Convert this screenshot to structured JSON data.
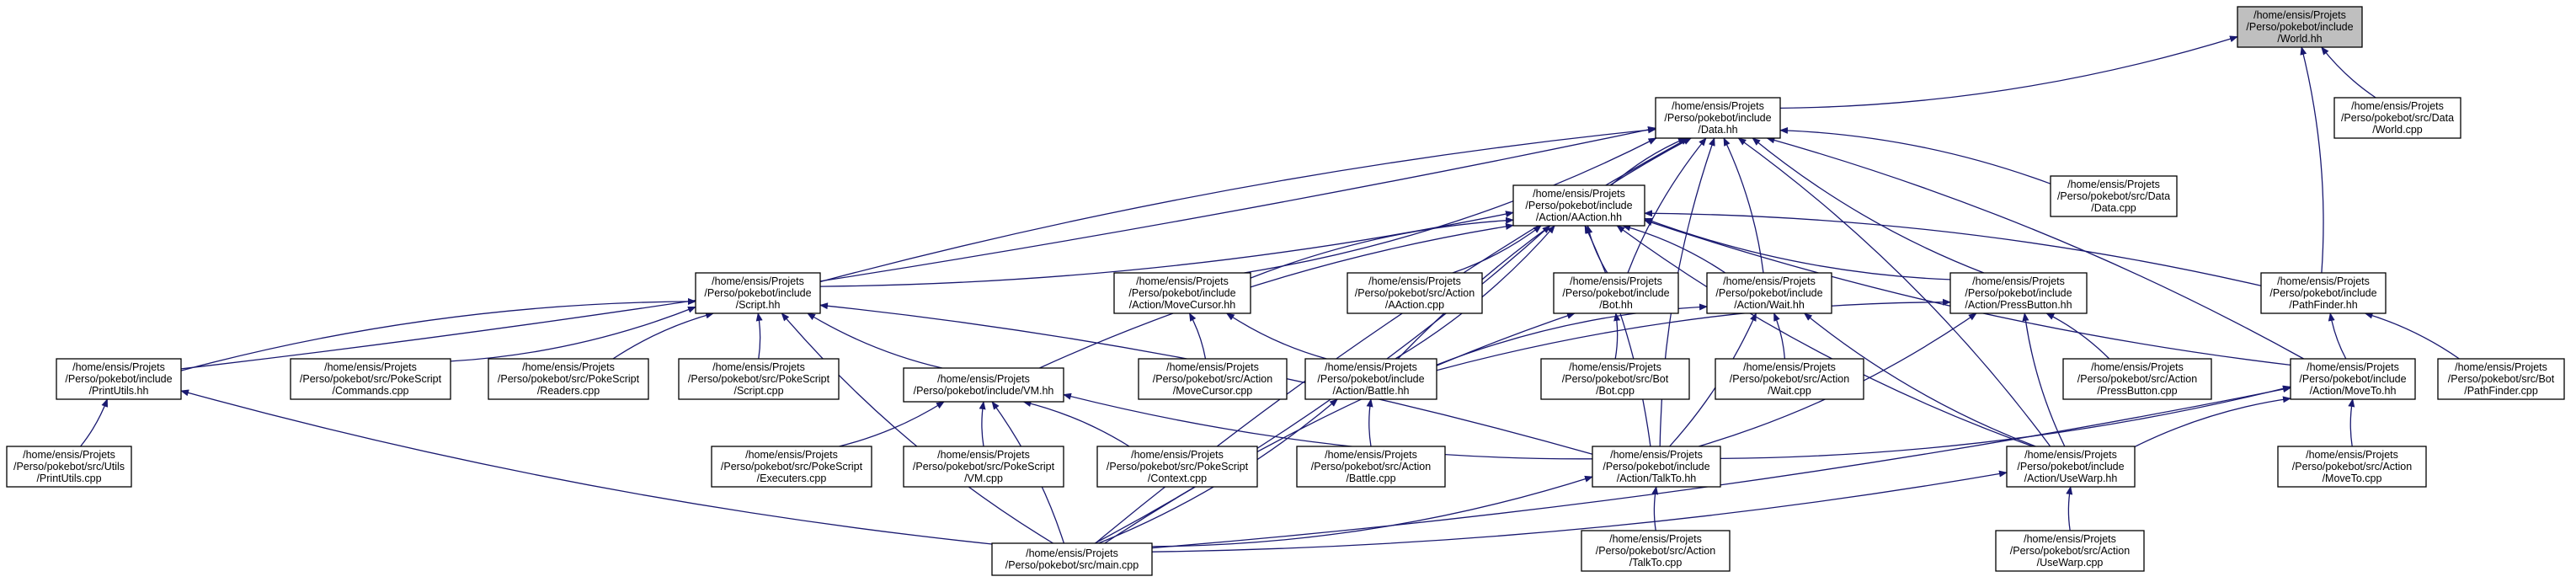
{
  "graph": {
    "edge_color": "#191970",
    "root_fill": "#bfbfbf",
    "node_fill": "#ffffff",
    "nodes": [
      {
        "id": "world_hh",
        "lines": [
          "/home/ensis/Projets",
          "/Perso/pokebot/include",
          "/World.hh"
        ],
        "root": true
      },
      {
        "id": "data_hh",
        "lines": [
          "/home/ensis/Projets",
          "/Perso/pokebot/include",
          "/Data.hh"
        ]
      },
      {
        "id": "world_cpp",
        "lines": [
          "/home/ensis/Projets",
          "/Perso/pokebot/src/Data",
          "/World.cpp"
        ]
      },
      {
        "id": "pathfinder_hh",
        "lines": [
          "/home/ensis/Projets",
          "/Perso/pokebot/include",
          "/PathFinder.hh"
        ]
      },
      {
        "id": "aaction_hh",
        "lines": [
          "/home/ensis/Projets",
          "/Perso/pokebot/include",
          "/Action/AAction.hh"
        ]
      },
      {
        "id": "data_cpp",
        "lines": [
          "/home/ensis/Projets",
          "/Perso/pokebot/src/Data",
          "/Data.cpp"
        ]
      },
      {
        "id": "script_hh",
        "lines": [
          "/home/ensis/Projets",
          "/Perso/pokebot/include",
          "/Script.hh"
        ]
      },
      {
        "id": "movecursor_hh",
        "lines": [
          "/home/ensis/Projets",
          "/Perso/pokebot/include",
          "/Action/MoveCursor.hh"
        ]
      },
      {
        "id": "aaction_cpp",
        "lines": [
          "/home/ensis/Projets",
          "/Perso/pokebot/src/Action",
          "/AAction.cpp"
        ]
      },
      {
        "id": "bot_hh",
        "lines": [
          "/home/ensis/Projets",
          "/Perso/pokebot/include",
          "/Bot.hh"
        ]
      },
      {
        "id": "wait_hh",
        "lines": [
          "/home/ensis/Projets",
          "/Perso/pokebot/include",
          "/Action/Wait.hh"
        ]
      },
      {
        "id": "pressbutton_hh",
        "lines": [
          "/home/ensis/Projets",
          "/Perso/pokebot/include",
          "/Action/PressButton.hh"
        ]
      },
      {
        "id": "printutils_hh",
        "lines": [
          "/home/ensis/Projets",
          "/Perso/pokebot/include",
          "/PrintUtils.hh"
        ]
      },
      {
        "id": "commands_cpp",
        "lines": [
          "/home/ensis/Projets",
          "/Perso/pokebot/src/PokeScript",
          "/Commands.cpp"
        ]
      },
      {
        "id": "readers_cpp",
        "lines": [
          "/home/ensis/Projets",
          "/Perso/pokebot/src/PokeScript",
          "/Readers.cpp"
        ]
      },
      {
        "id": "script_cpp",
        "lines": [
          "/home/ensis/Projets",
          "/Perso/pokebot/src/PokeScript",
          "/Script.cpp"
        ]
      },
      {
        "id": "vm_hh",
        "lines": [
          "/home/ensis/Projets",
          "/Perso/pokebot/include/VM.hh"
        ]
      },
      {
        "id": "movecursor_cpp",
        "lines": [
          "/home/ensis/Projets",
          "/Perso/pokebot/src/Action",
          "/MoveCursor.cpp"
        ]
      },
      {
        "id": "battle_hh",
        "lines": [
          "/home/ensis/Projets",
          "/Perso/pokebot/include",
          "/Action/Battle.hh"
        ]
      },
      {
        "id": "bot_cpp",
        "lines": [
          "/home/ensis/Projets",
          "/Perso/pokebot/src/Bot",
          "/Bot.cpp"
        ]
      },
      {
        "id": "wait_cpp",
        "lines": [
          "/home/ensis/Projets",
          "/Perso/pokebot/src/Action",
          "/Wait.cpp"
        ]
      },
      {
        "id": "pressbutton_cpp",
        "lines": [
          "/home/ensis/Projets",
          "/Perso/pokebot/src/Action",
          "/PressButton.cpp"
        ]
      },
      {
        "id": "moveto_hh",
        "lines": [
          "/home/ensis/Projets",
          "/Perso/pokebot/include",
          "/Action/MoveTo.hh"
        ]
      },
      {
        "id": "pathfinder_cpp",
        "lines": [
          "/home/ensis/Projets",
          "/Perso/pokebot/src/Bot",
          "/PathFinder.cpp"
        ]
      },
      {
        "id": "printutils_cpp",
        "lines": [
          "/home/ensis/Projets",
          "/Perso/pokebot/src/Utils",
          "/PrintUtils.cpp"
        ]
      },
      {
        "id": "executers_cpp",
        "lines": [
          "/home/ensis/Projets",
          "/Perso/pokebot/src/PokeScript",
          "/Executers.cpp"
        ]
      },
      {
        "id": "vm_cpp",
        "lines": [
          "/home/ensis/Projets",
          "/Perso/pokebot/src/PokeScript",
          "/VM.cpp"
        ]
      },
      {
        "id": "context_cpp",
        "lines": [
          "/home/ensis/Projets",
          "/Perso/pokebot/src/PokeScript",
          "/Context.cpp"
        ]
      },
      {
        "id": "battle_cpp",
        "lines": [
          "/home/ensis/Projets",
          "/Perso/pokebot/src/Action",
          "/Battle.cpp"
        ]
      },
      {
        "id": "talkto_hh",
        "lines": [
          "/home/ensis/Projets",
          "/Perso/pokebot/include",
          "/Action/TalkTo.hh"
        ]
      },
      {
        "id": "usewarp_hh",
        "lines": [
          "/home/ensis/Projets",
          "/Perso/pokebot/include",
          "/Action/UseWarp.hh"
        ]
      },
      {
        "id": "moveto_cpp",
        "lines": [
          "/home/ensis/Projets",
          "/Perso/pokebot/src/Action",
          "/MoveTo.cpp"
        ]
      },
      {
        "id": "main_cpp",
        "lines": [
          "/home/ensis/Projets",
          "/Perso/pokebot/src/main.cpp"
        ]
      },
      {
        "id": "talkto_cpp",
        "lines": [
          "/home/ensis/Projets",
          "/Perso/pokebot/src/Action",
          "/TalkTo.cpp"
        ]
      },
      {
        "id": "usewarp_cpp",
        "lines": [
          "/home/ensis/Projets",
          "/Perso/pokebot/src/Action",
          "/UseWarp.cpp"
        ]
      }
    ],
    "edges": [
      {
        "from": "world_hh",
        "to": "data_hh"
      },
      {
        "from": "world_hh",
        "to": "world_cpp"
      },
      {
        "from": "world_hh",
        "to": "pathfinder_hh"
      },
      {
        "from": "data_hh",
        "to": "aaction_hh"
      },
      {
        "from": "data_hh",
        "to": "data_cpp"
      },
      {
        "from": "data_hh",
        "to": "script_hh"
      },
      {
        "from": "data_hh",
        "to": "movecursor_hh"
      },
      {
        "from": "data_hh",
        "to": "bot_hh"
      },
      {
        "from": "data_hh",
        "to": "wait_hh"
      },
      {
        "from": "data_hh",
        "to": "pressbutton_hh"
      },
      {
        "from": "data_hh",
        "to": "printutils_hh"
      },
      {
        "from": "data_hh",
        "to": "battle_hh"
      },
      {
        "from": "data_hh",
        "to": "moveto_hh"
      },
      {
        "from": "data_hh",
        "to": "talkto_hh"
      },
      {
        "from": "data_hh",
        "to": "usewarp_hh"
      },
      {
        "from": "data_hh",
        "to": "main_cpp"
      },
      {
        "from": "aaction_hh",
        "to": "script_hh"
      },
      {
        "from": "aaction_hh",
        "to": "movecursor_hh"
      },
      {
        "from": "aaction_hh",
        "to": "aaction_cpp"
      },
      {
        "from": "aaction_hh",
        "to": "bot_hh"
      },
      {
        "from": "aaction_hh",
        "to": "wait_hh"
      },
      {
        "from": "aaction_hh",
        "to": "pressbutton_hh"
      },
      {
        "from": "aaction_hh",
        "to": "pathfinder_hh"
      },
      {
        "from": "aaction_hh",
        "to": "vm_hh"
      },
      {
        "from": "aaction_hh",
        "to": "battle_hh"
      },
      {
        "from": "aaction_hh",
        "to": "moveto_hh"
      },
      {
        "from": "aaction_hh",
        "to": "talkto_hh"
      },
      {
        "from": "aaction_hh",
        "to": "usewarp_hh"
      },
      {
        "from": "aaction_hh",
        "to": "main_cpp"
      },
      {
        "from": "script_hh",
        "to": "printutils_hh"
      },
      {
        "from": "script_hh",
        "to": "commands_cpp"
      },
      {
        "from": "script_hh",
        "to": "readers_cpp"
      },
      {
        "from": "script_hh",
        "to": "script_cpp"
      },
      {
        "from": "script_hh",
        "to": "vm_hh"
      },
      {
        "from": "script_hh",
        "to": "talkto_hh"
      },
      {
        "from": "script_hh",
        "to": "main_cpp"
      },
      {
        "from": "movecursor_hh",
        "to": "movecursor_cpp"
      },
      {
        "from": "movecursor_hh",
        "to": "battle_hh"
      },
      {
        "from": "bot_hh",
        "to": "bot_cpp"
      },
      {
        "from": "bot_hh",
        "to": "main_cpp"
      },
      {
        "from": "wait_hh",
        "to": "wait_cpp"
      },
      {
        "from": "wait_hh",
        "to": "battle_hh"
      },
      {
        "from": "wait_hh",
        "to": "talkto_hh"
      },
      {
        "from": "wait_hh",
        "to": "usewarp_hh"
      },
      {
        "from": "pressbutton_hh",
        "to": "pressbutton_cpp"
      },
      {
        "from": "pressbutton_hh",
        "to": "battle_hh"
      },
      {
        "from": "pressbutton_hh",
        "to": "talkto_hh"
      },
      {
        "from": "pressbutton_hh",
        "to": "usewarp_hh"
      },
      {
        "from": "pathfinder_hh",
        "to": "pathfinder_cpp"
      },
      {
        "from": "pathfinder_hh",
        "to": "moveto_hh"
      },
      {
        "from": "printutils_hh",
        "to": "printutils_cpp"
      },
      {
        "from": "printutils_hh",
        "to": "main_cpp"
      },
      {
        "from": "vm_hh",
        "to": "executers_cpp"
      },
      {
        "from": "vm_hh",
        "to": "vm_cpp"
      },
      {
        "from": "vm_hh",
        "to": "context_cpp"
      },
      {
        "from": "vm_hh",
        "to": "talkto_hh"
      },
      {
        "from": "vm_hh",
        "to": "main_cpp"
      },
      {
        "from": "battle_hh",
        "to": "battle_cpp"
      },
      {
        "from": "battle_hh",
        "to": "main_cpp"
      },
      {
        "from": "moveto_hh",
        "to": "moveto_cpp"
      },
      {
        "from": "moveto_hh",
        "to": "talkto_hh"
      },
      {
        "from": "moveto_hh",
        "to": "usewarp_hh"
      },
      {
        "from": "moveto_hh",
        "to": "main_cpp"
      },
      {
        "from": "talkto_hh",
        "to": "talkto_cpp"
      },
      {
        "from": "talkto_hh",
        "to": "main_cpp"
      },
      {
        "from": "usewarp_hh",
        "to": "usewarp_cpp"
      },
      {
        "from": "usewarp_hh",
        "to": "main_cpp"
      }
    ]
  }
}
